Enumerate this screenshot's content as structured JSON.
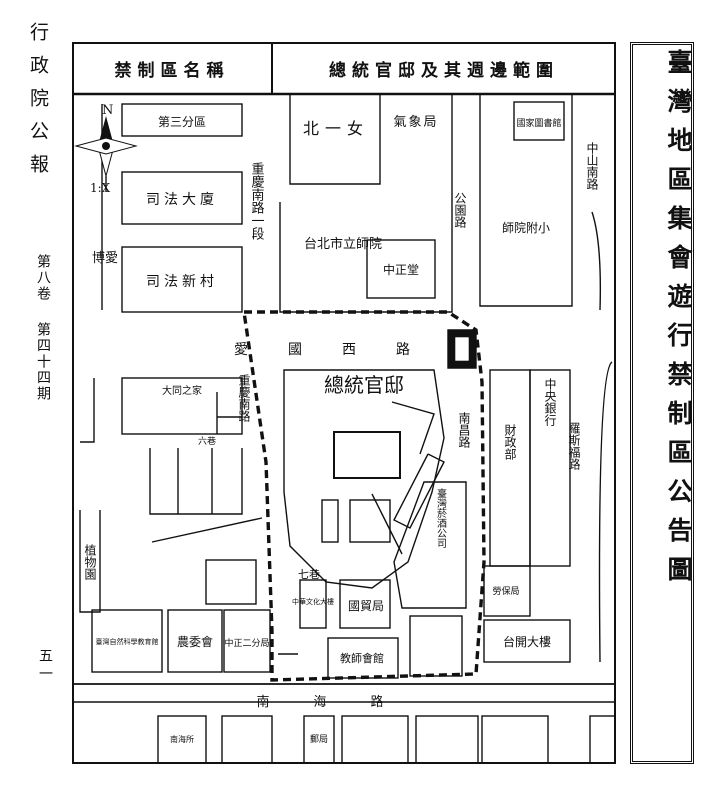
{
  "page_header": {
    "vertical": "行政院公報",
    "volume": "第八卷",
    "issue": "第四十四期",
    "page": "五一"
  },
  "map_title": "臺灣地區集會遊行禁制區公告圖",
  "header_row": {
    "name_label": "禁制區名稱",
    "value": "總統官邸及其週邊範圍"
  },
  "buildings": {
    "third_district": "第三分區",
    "judicial_building": "司法大廈",
    "judicial_village": "司法新村",
    "beiyi_nu": "北一女",
    "weather_bureau": "氣象局",
    "tp_teachers": "台北市立師院",
    "zhongzheng_hall": "中正堂",
    "national_library": "國家圖書館",
    "normal_affiliate": "師院附小",
    "datong": "大同之家",
    "official_residence": "總統官邸",
    "finance_ministry": "財政部",
    "central_bank": "中央銀行",
    "labor_insurance": "勞保局",
    "tobacco_wine": "臺灣菸酒公司",
    "trade_bureau": "國貿局",
    "teachers_hall": "教師會館",
    "ag_council": "農委會",
    "zz_branch": "中正二分局",
    "hongkong_bld": "台開大樓",
    "science_museum": "臺灣自然科學教育館",
    "botanical": "植物園",
    "post_office": "郵局",
    "chinese_culture": "中華文化大樓",
    "nanhai_center": "南海所"
  },
  "roads": {
    "chongqing_s": "重慶南路一段",
    "aiguo_w": "愛國西路",
    "boai": "博愛",
    "park_rd": "公園路",
    "zhongshan_s": "中山南路",
    "nanchang": "南昌路",
    "roosevelt": "羅斯福路",
    "nanhai": "南海路",
    "alley7": "七巷",
    "alley6": "六巷",
    "chongqing_s2": "重慶南路"
  },
  "north_arrow": {
    "label": "N",
    "scale_label": "1:X"
  },
  "colors": {
    "ink": "#111111",
    "paper": "#ffffff"
  }
}
